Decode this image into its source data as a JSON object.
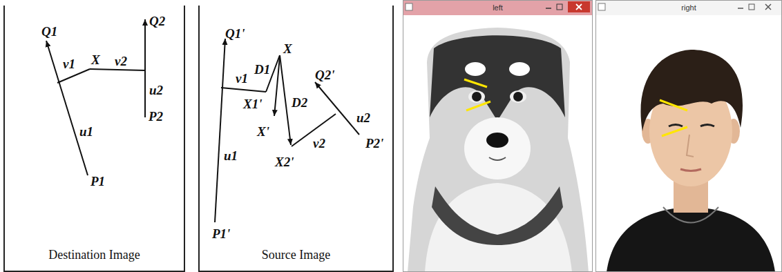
{
  "diagram": {
    "nodes": [
      {
        "text": [
          "Destination Image"
        ]
      },
      {
        "text": [
          "Source Image"
        ]
      },
      {
        "text": [
          "left"
        ]
      },
      {
        "text": [
          "right"
        ]
      }
    ],
    "labels": [
      "Q1",
      "Q2",
      "v1",
      "X",
      "v2",
      "u2",
      "P2",
      "u1",
      "P1",
      "Q1'",
      "v1",
      "D1",
      "X",
      "X1'",
      "X'",
      "D2",
      "Q2'",
      "u2",
      "P2'",
      "v2",
      "X2'",
      "u1",
      "P1'"
    ]
  }
}
